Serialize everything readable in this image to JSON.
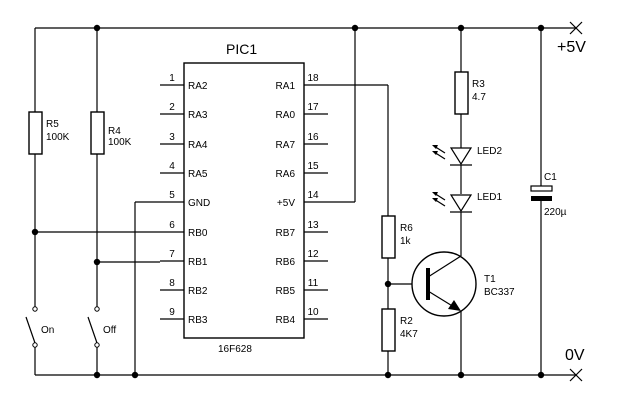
{
  "rails": {
    "vcc": "+5V",
    "gnd": "0V"
  },
  "ic": {
    "title": "PIC1",
    "part": "16F628",
    "left_pins": [
      {
        "num": "1",
        "name": "RA2"
      },
      {
        "num": "2",
        "name": "RA3"
      },
      {
        "num": "3",
        "name": "RA4"
      },
      {
        "num": "4",
        "name": "RA5"
      },
      {
        "num": "5",
        "name": "GND"
      },
      {
        "num": "6",
        "name": "RB0"
      },
      {
        "num": "7",
        "name": "RB1"
      },
      {
        "num": "8",
        "name": "RB2"
      },
      {
        "num": "9",
        "name": "RB3"
      }
    ],
    "right_pins": [
      {
        "num": "18",
        "name": "RA1"
      },
      {
        "num": "17",
        "name": "RA0"
      },
      {
        "num": "16",
        "name": "RA7"
      },
      {
        "num": "15",
        "name": "RA6"
      },
      {
        "num": "14",
        "name": "+5V"
      },
      {
        "num": "13",
        "name": "RB7"
      },
      {
        "num": "12",
        "name": "RB6"
      },
      {
        "num": "11",
        "name": "RB5"
      },
      {
        "num": "10",
        "name": "RB4"
      }
    ]
  },
  "components": {
    "r5": {
      "ref": "R5",
      "value": "100K"
    },
    "r4": {
      "ref": "R4",
      "value": "100K"
    },
    "r3": {
      "ref": "R3",
      "value": "4.7"
    },
    "r6": {
      "ref": "R6",
      "value": "1k"
    },
    "r2": {
      "ref": "R2",
      "value": "4K7"
    },
    "led2": {
      "ref": "LED2"
    },
    "led1": {
      "ref": "LED1"
    },
    "c1": {
      "ref": "C1",
      "value": "220µ"
    },
    "t1": {
      "ref": "T1",
      "value": "BC337"
    },
    "sw_on": {
      "label": "On"
    },
    "sw_off": {
      "label": "Off"
    }
  }
}
